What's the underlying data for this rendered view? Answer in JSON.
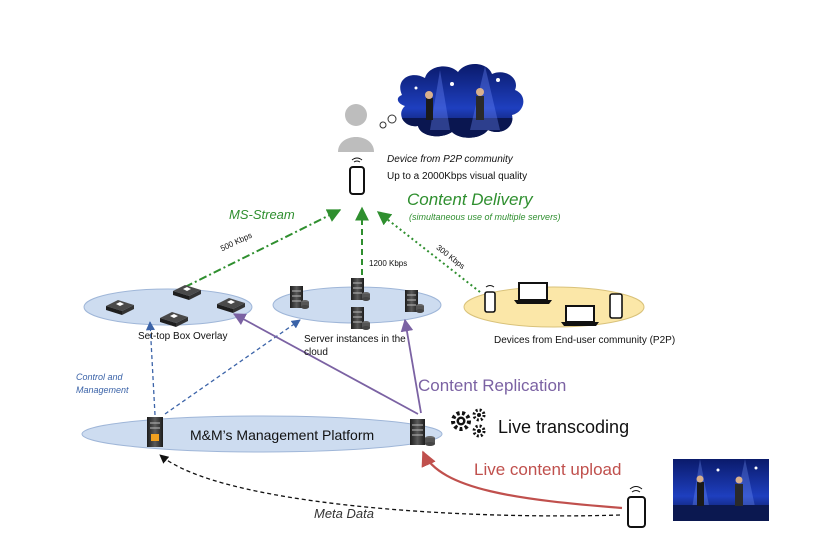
{
  "viewer": {
    "device_label": "Device from P2P community",
    "quality_label": "Up to a 2000Kbps visual quality"
  },
  "content_delivery": {
    "title": "Content Delivery",
    "subtitle": "(simultaneous use of multiple servers)"
  },
  "ms_stream": {
    "label": "MS-Stream"
  },
  "rates": {
    "stb": "500 Kbps",
    "cloud": "1200 Kbps",
    "p2p": "300 Kbps"
  },
  "groups": {
    "stb_overlay": "Set-top Box Overlay",
    "cloud_servers": "Server instances in the cloud",
    "p2p_devices": "Devices from End-user community (P2P)"
  },
  "control": {
    "label": "Control and Management"
  },
  "replication": {
    "label": "Content Replication"
  },
  "platform": {
    "label": "M&M’s Management Platform"
  },
  "transcoding": {
    "label": "Live transcoding"
  },
  "upload": {
    "label": "Live content upload"
  },
  "metadata": {
    "label": "Meta Data"
  },
  "colors": {
    "green": "#2f8f2f",
    "purple": "#7b62a3",
    "red": "#c0504d",
    "blue_dashed": "#3b63a8",
    "ellipse_blue": "#cddcf0",
    "ellipse_yellow": "#fbe7a8"
  }
}
